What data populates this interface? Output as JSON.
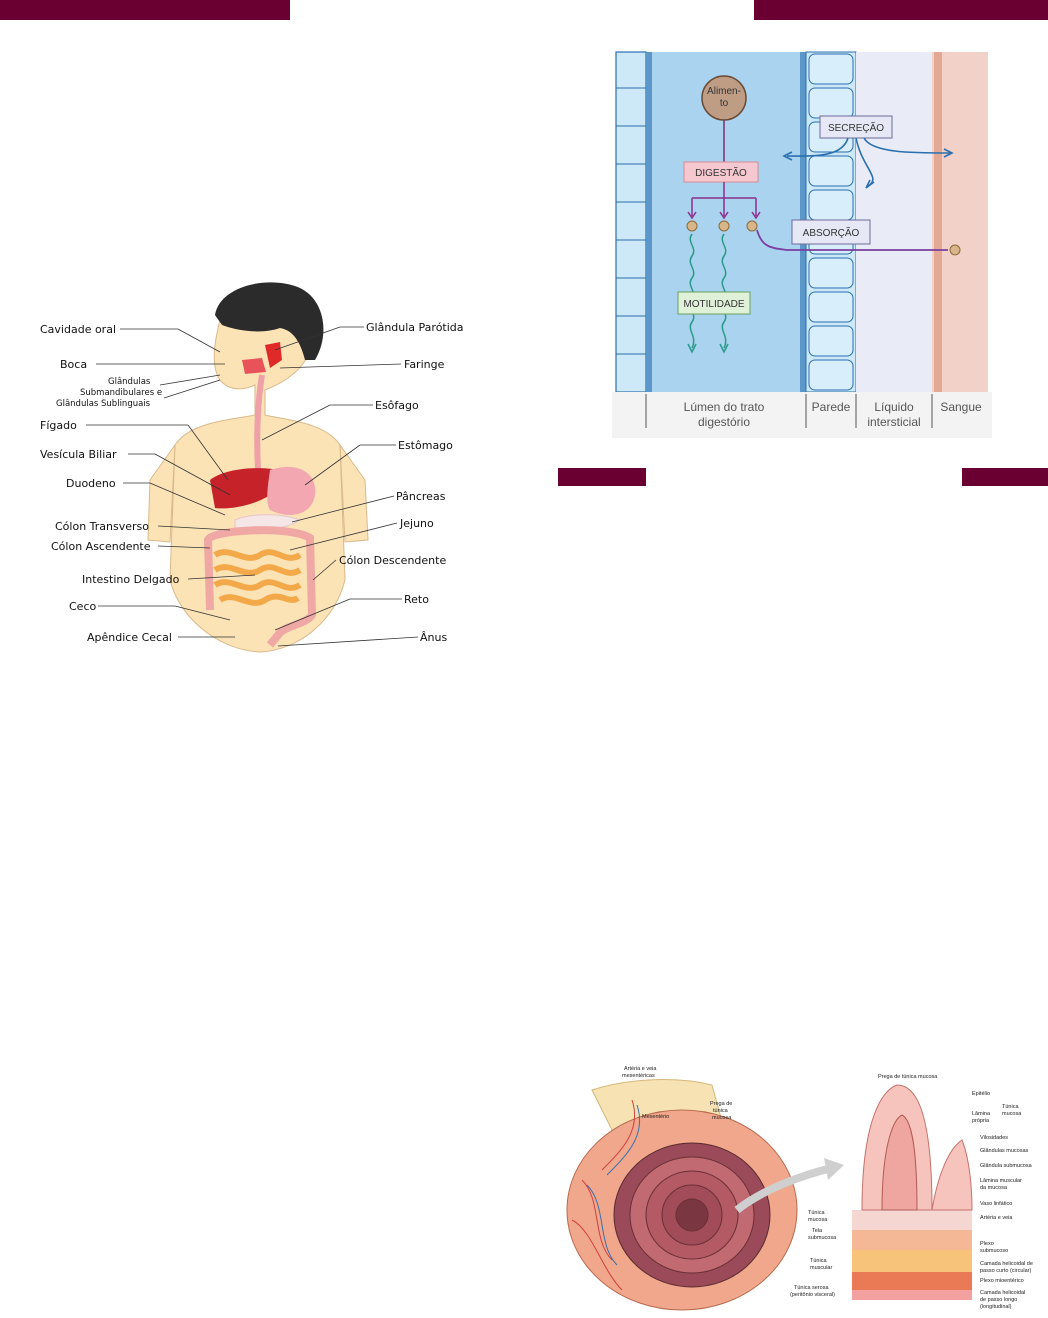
{
  "colors": {
    "bar": "#6a0031"
  },
  "anatomy": {
    "left_labels": [
      "Cavidade oral",
      "Boca",
      "Fígado",
      "Vesícula Biliar",
      "Duodeno",
      "Cólon Transverso",
      "Cólon Ascendente",
      "Intestino Delgado",
      "Ceco",
      "Apêndice Cecal"
    ],
    "glandulas_lines": [
      "Glândulas",
      "Submandibulares e",
      "Glândulas Sublinguais"
    ],
    "right_labels": [
      "Glândula Parótida",
      "Faringe",
      "Esôfago",
      "Estômago",
      "Pâncreas",
      "Jejuno",
      "Cólon Descendente",
      "Reto",
      "Ânus"
    ]
  },
  "process": {
    "food_lines": [
      "Alimen-",
      "to"
    ],
    "digestao": "DIGESTÃO",
    "secrecao": "SECREÇÃO",
    "absorcao": "ABSORÇÃO",
    "motilidade": "MOTILIDADE",
    "bottom": {
      "lumen_lines": [
        "Lúmen do trato",
        "digestório"
      ],
      "parede": "Parede",
      "liquido_lines": [
        "Líquido",
        "intersticial"
      ],
      "sangue": "Sangue"
    }
  },
  "intestine": {
    "labels": [
      "Artéria e veia",
      "mesentéricas",
      "Mesentério",
      "Prega de",
      "túnica",
      "mucosa",
      "Prega de túnica mucosa",
      "Epitélio",
      "Lâmina",
      "própria",
      "Túnica",
      "mucosa",
      "Vilosidades",
      "Glândulas mucosas",
      "Glândula submucosa",
      "Lâmina muscular",
      "da mucosa",
      "Vaso linfático",
      "Artéria e veia",
      "Túnica",
      "mucosa",
      "Tela",
      "submucosa",
      "Plexo",
      "submucoso",
      "Túnica",
      "muscular",
      "Camada helicoidal de",
      "passo curto (circular)",
      "Plexo mioentérico",
      "Túnica serosa",
      "(peritônio visceral)",
      "Camada helicoidal",
      "de passo longo",
      "(longitudinal)"
    ]
  }
}
